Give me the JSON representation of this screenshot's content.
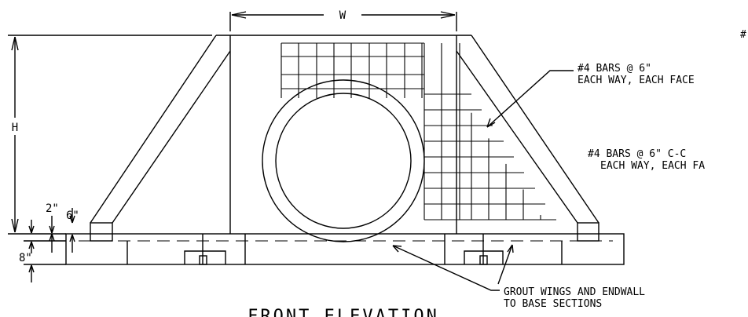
{
  "dimensions": {
    "width_label": "W",
    "height_label": "H",
    "dim_6in": "6\"",
    "dim_2in": "2\"",
    "dim_8in": "8\""
  },
  "notes": {
    "bars_each_face_1": "#4 BARS @ 6\"",
    "bars_each_face_2": "EACH WAY, EACH FACE",
    "bars_cc_1": "#4 BARS @ 6\" C-C",
    "bars_cc_2": "EACH WAY, EACH FA",
    "partial_top": "#",
    "grout_1": "GROUT WINGS AND ENDWALL",
    "grout_2": "TO BASE SECTIONS"
  },
  "view_title": "FRONT ELEVATION"
}
